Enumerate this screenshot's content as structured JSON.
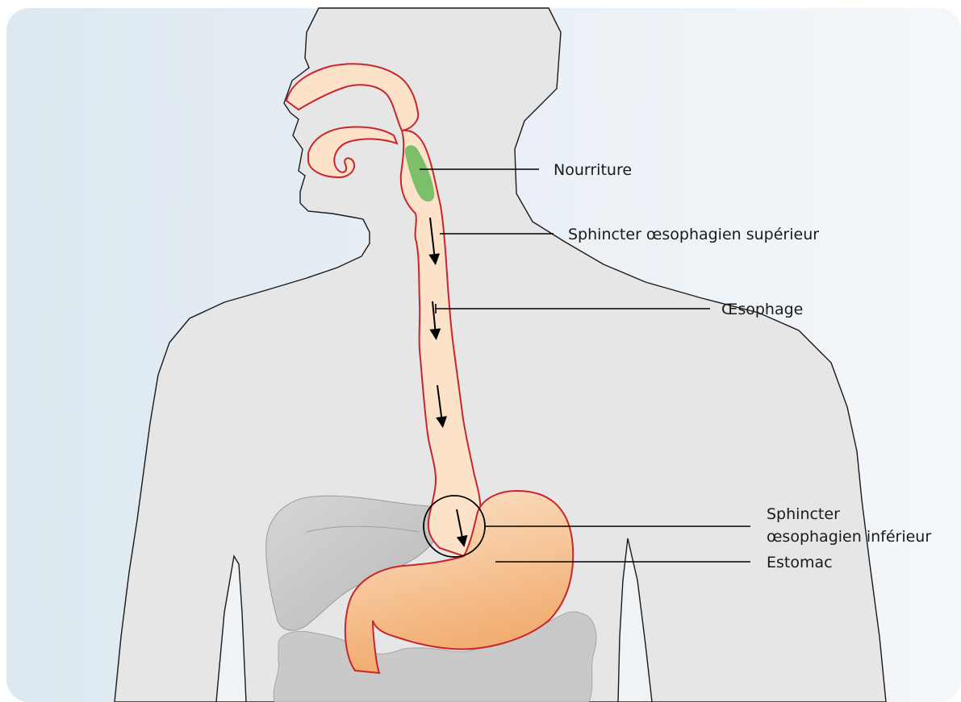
{
  "labels": {
    "nourriture": "Nourriture",
    "sphincter_superieur": "Sphincter œsophagien supérieur",
    "oesophage": "Œsophage",
    "sphincter_inferieur_line1": "Sphincter",
    "sphincter_inferieur_line2": "œsophagien inférieur",
    "estomac": "Estomac"
  },
  "colors": {
    "background_left": "#dde8f0",
    "background_right": "#f3f6f9",
    "body_fill": "#e6e6e6",
    "tract_fill": "#fce2c8",
    "tract_outline": "#c8262c",
    "stomach_light": "#fbdcbd",
    "stomach_dark": "#f0a868",
    "food_bolus": "#7cbf6a",
    "organ_grey": "#c4c4c4"
  }
}
